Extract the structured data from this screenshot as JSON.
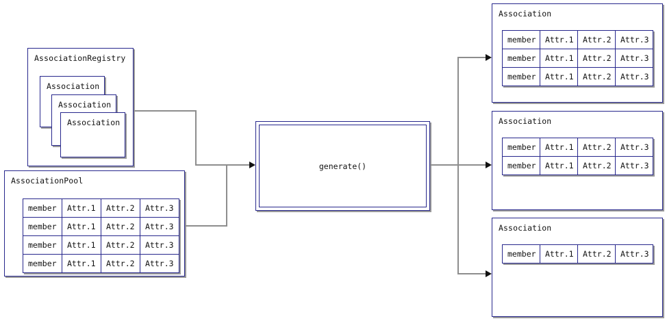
{
  "diagram": {
    "title_registry": "AssociationRegistry",
    "title_pool": "AssociationPool",
    "title_association": "Association",
    "process_label": "generate()",
    "cells": {
      "member": "member",
      "attr1": "Attr.1",
      "attr2": "Attr.2",
      "attr3": "Attr.3"
    },
    "colors": {
      "border": "#26268c",
      "shadow": "#9a9a9a",
      "connector": "#8d8d8d",
      "arrowhead": "#111111",
      "background": "#ffffff",
      "text": "#111111"
    },
    "registry": {
      "label": "AssociationRegistry",
      "stacked_cards": [
        {
          "label": "Association"
        },
        {
          "label": "Association"
        },
        {
          "label": "Association"
        }
      ]
    },
    "pool": {
      "label": "AssociationPool",
      "columns": [
        "member",
        "Attr.1",
        "Attr.2",
        "Attr.3"
      ],
      "rows": [
        [
          "member",
          "Attr.1",
          "Attr.2",
          "Attr.3"
        ],
        [
          "member",
          "Attr.1",
          "Attr.2",
          "Attr.3"
        ],
        [
          "member",
          "Attr.1",
          "Attr.2",
          "Attr.3"
        ],
        [
          "member",
          "Attr.1",
          "Attr.2",
          "Attr.3"
        ]
      ]
    },
    "process": {
      "label": "generate()"
    },
    "outputs": [
      {
        "label": "Association",
        "rows": [
          [
            "member",
            "Attr.1",
            "Attr.2",
            "Attr.3"
          ],
          [
            "member",
            "Attr.1",
            "Attr.2",
            "Attr.3"
          ],
          [
            "member",
            "Attr.1",
            "Attr.2",
            "Attr.3"
          ]
        ]
      },
      {
        "label": "Association",
        "rows": [
          [
            "member",
            "Attr.1",
            "Attr.2",
            "Attr.3"
          ],
          [
            "member",
            "Attr.1",
            "Attr.2",
            "Attr.3"
          ]
        ]
      },
      {
        "label": "Association",
        "rows": [
          [
            "member",
            "Attr.1",
            "Attr.2",
            "Attr.3"
          ]
        ]
      }
    ]
  }
}
